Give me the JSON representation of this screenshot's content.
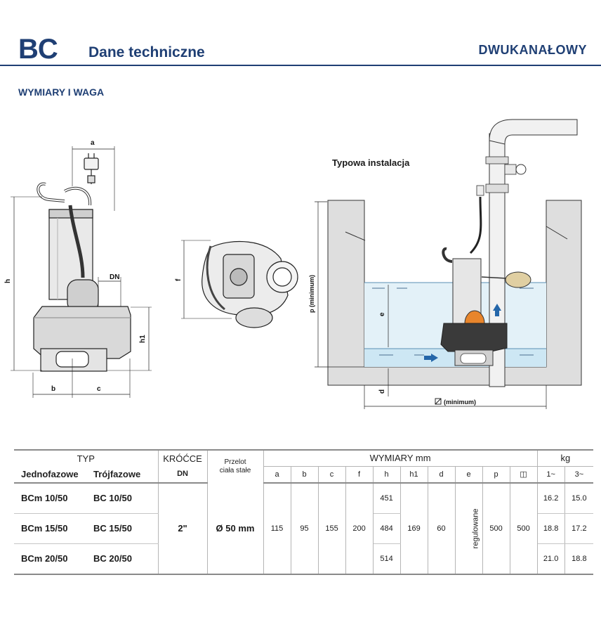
{
  "header": {
    "brand": "BC",
    "subtitle": "Dane techniczne",
    "category": "DWUKANAŁOWY"
  },
  "section_title": "WYMIARY I WAGA",
  "installation": {
    "title": "Typowa instalacja",
    "label_p": "p (minimum)",
    "label_e": "e",
    "label_d": "d",
    "label_width": "(minimum)"
  },
  "dimension_labels": {
    "a": "a",
    "h": "h",
    "h1": "h1",
    "dn": "DN",
    "b": "b",
    "c": "c",
    "f": "f"
  },
  "table": {
    "group_typ": "TYP",
    "group_krocce": "KRÓĆCE",
    "group_przelot_1": "Przelot",
    "group_przelot_2": "ciała stałe",
    "group_wymiary": "WYMIARY mm",
    "group_kg": "kg",
    "sub_jedno": "Jednofazowe",
    "sub_troj": "Trójfazowe",
    "sub_dn": "DN",
    "dim_headers": [
      "a",
      "b",
      "c",
      "f",
      "h",
      "h1",
      "d",
      "e",
      "p",
      "◫"
    ],
    "kg_headers": [
      "1~",
      "3~"
    ],
    "rows": [
      {
        "single": "BCm 10/50",
        "three": "BC 10/50",
        "h": "451",
        "kg1": "16.2",
        "kg3": "15.0"
      },
      {
        "single": "BCm 15/50",
        "three": "BC 15/50",
        "h": "484",
        "kg1": "18.8",
        "kg3": "17.2"
      },
      {
        "single": "BCm 20/50",
        "three": "BC 20/50",
        "h": "514",
        "kg1": "21.0",
        "kg3": "18.8"
      }
    ],
    "shared": {
      "dn": "2\"",
      "przelot": "Ø 50 mm",
      "a": "115",
      "b": "95",
      "c": "155",
      "f": "200",
      "h1": "169",
      "d": "60",
      "e": "regulowane",
      "p": "500",
      "sq": "500"
    }
  }
}
